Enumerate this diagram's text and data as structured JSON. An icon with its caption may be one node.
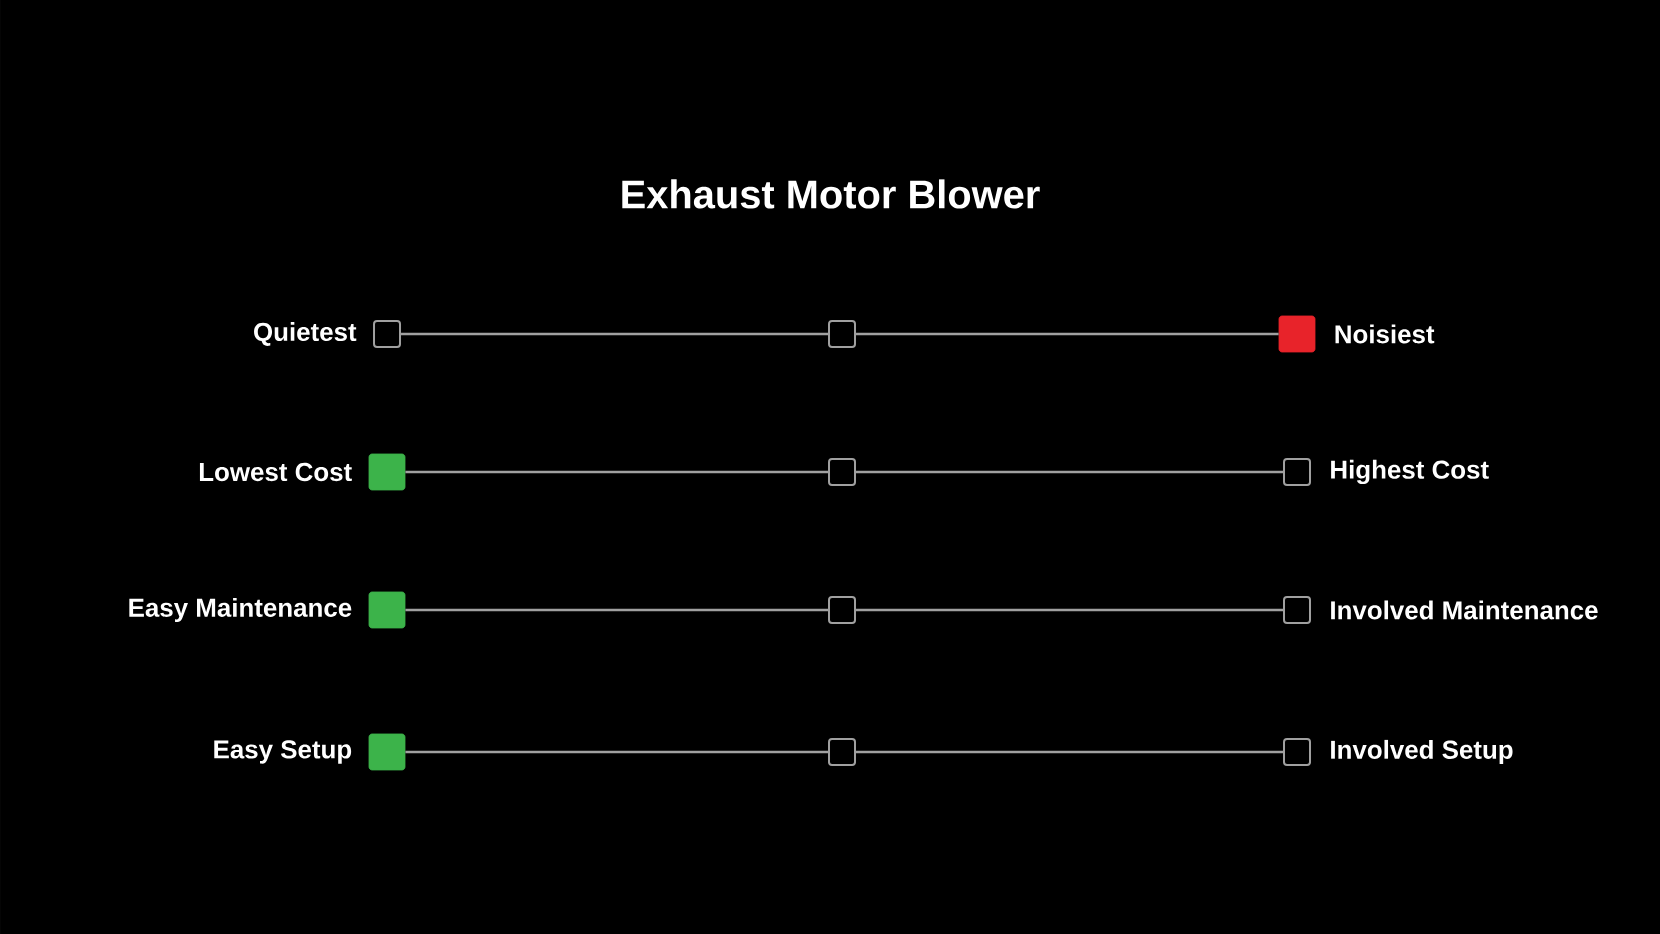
{
  "diagram": {
    "title": "Exhaust Motor Blower",
    "nodes": [
      {
        "text": [],
        "shape": "box",
        "beside": [
          "Quietest"
        ]
      },
      {
        "text": [],
        "shape": "box"
      },
      {
        "text": [],
        "shape": "box",
        "beside": [
          "Noisiest"
        ]
      },
      {
        "text": [],
        "shape": "box",
        "beside": [
          "Lowest Cost"
        ]
      },
      {
        "text": [],
        "shape": "box"
      },
      {
        "text": [],
        "shape": "box",
        "beside": [
          "Highest Cost"
        ]
      },
      {
        "text": [],
        "shape": "box",
        "beside": [
          "Easy Maintenance"
        ]
      },
      {
        "text": [],
        "shape": "box"
      },
      {
        "text": [],
        "shape": "box",
        "beside": [
          "Involved Maintenance"
        ]
      },
      {
        "text": [],
        "shape": "box",
        "beside": [
          "Easy Setup"
        ]
      },
      {
        "text": [],
        "shape": "box"
      },
      {
        "text": [],
        "shape": "box",
        "beside": [
          "Involved Setup"
        ]
      }
    ],
    "edges": [
      {
        "from": 0,
        "to": 1,
        "arrow": "none"
      },
      {
        "from": 1,
        "to": 2,
        "arrow": "none"
      },
      {
        "from": 3,
        "to": 4,
        "arrow": "none"
      },
      {
        "from": 4,
        "to": 5,
        "arrow": "none"
      },
      {
        "from": 6,
        "to": 7,
        "arrow": "none"
      },
      {
        "from": 7,
        "to": 8,
        "arrow": "none"
      },
      {
        "from": 9,
        "to": 10,
        "arrow": "none"
      },
      {
        "from": 10,
        "to": 11,
        "arrow": "none"
      }
    ]
  }
}
